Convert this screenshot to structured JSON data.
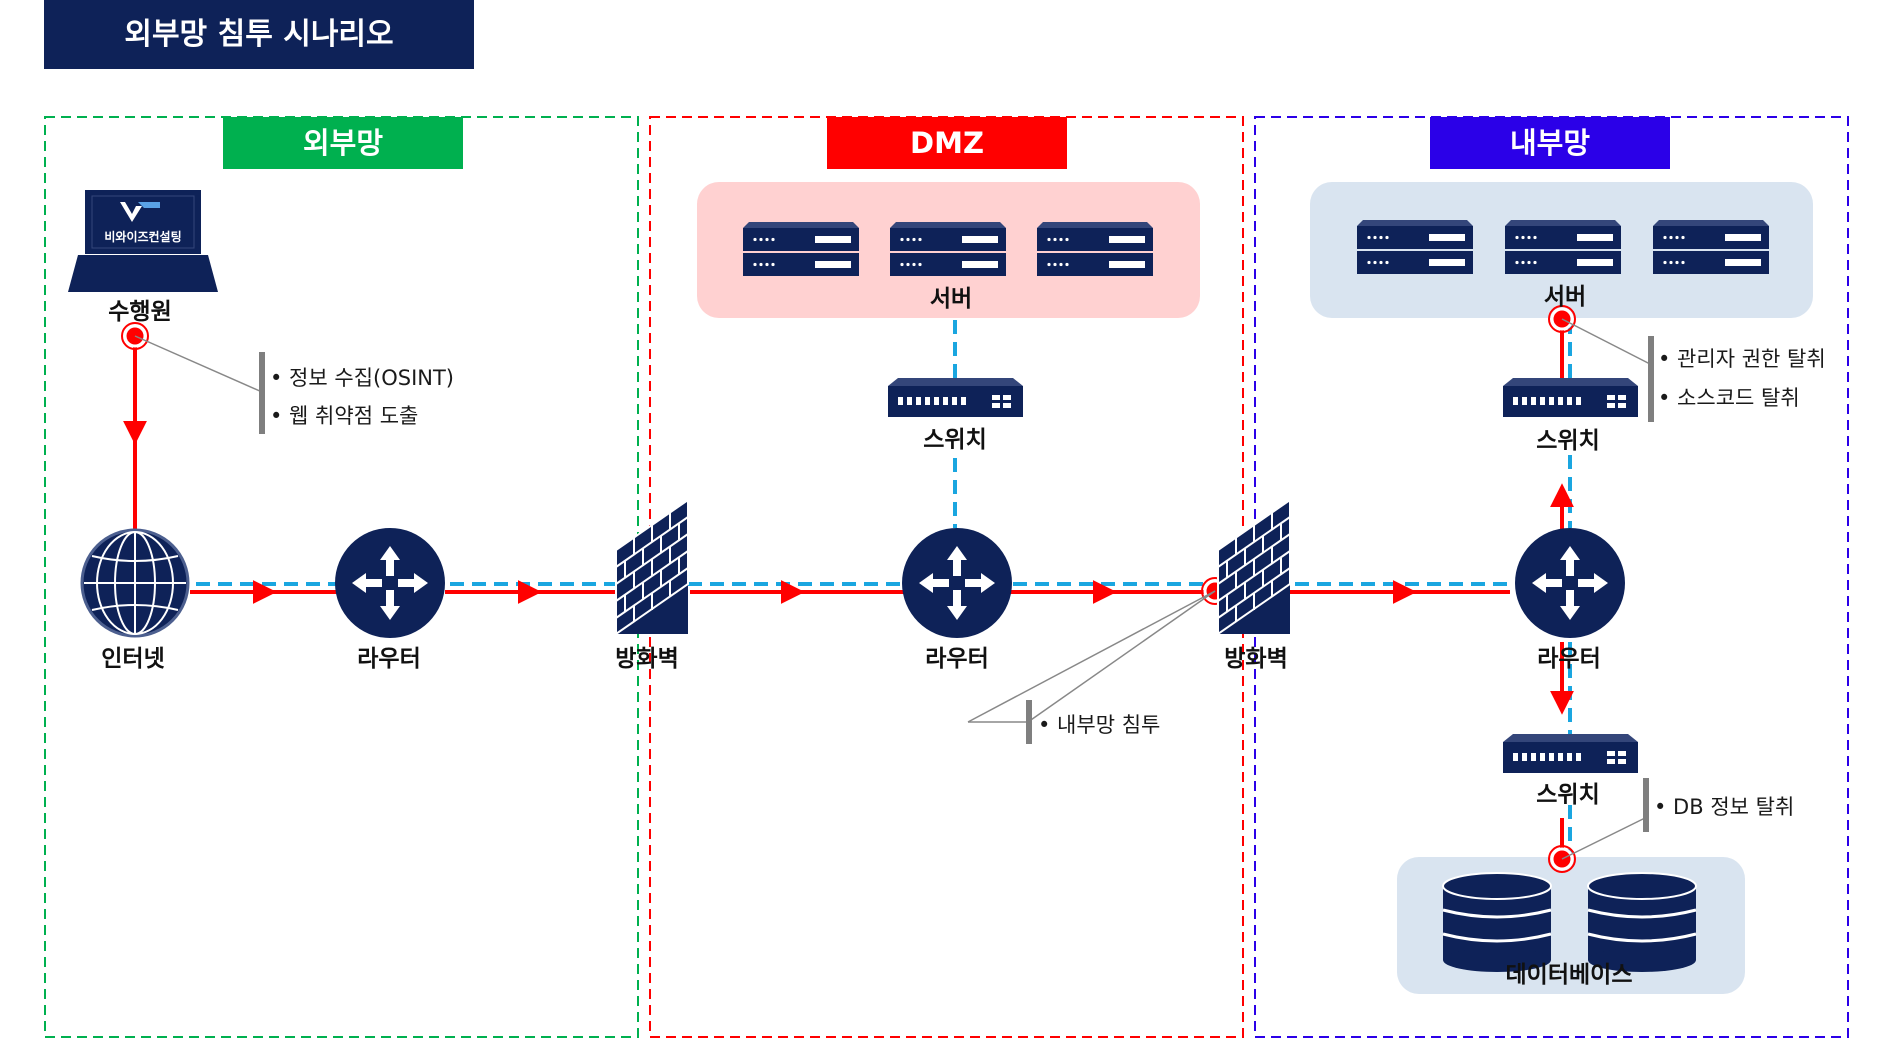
{
  "title": "외부망 침투 시나리오",
  "colors": {
    "navy": "#0e2258",
    "attack_path": "#ff0000",
    "network_link": "#1aa6e0",
    "external_zone": "#00b04f",
    "dmz_zone": "#ff0000",
    "internal_zone": "#2b00e8",
    "dmz_server_bg": "#ffd1d1",
    "internal_server_bg": "#d9e4f0"
  },
  "zones": {
    "external": {
      "label": "외부망"
    },
    "dmz": {
      "label": "DMZ"
    },
    "internal": {
      "label": "내부망"
    }
  },
  "nodes": {
    "performer": {
      "label": "수행원",
      "logo_text": "비와이즈컨설팅",
      "icon": "laptop-icon"
    },
    "internet": {
      "label": "인터넷",
      "icon": "globe-icon"
    },
    "router_external": {
      "label": "라우터",
      "icon": "router-icon"
    },
    "firewall_1": {
      "label": "방화벽",
      "icon": "firewall-icon"
    },
    "dmz_servers": {
      "label": "서버",
      "icon": "server-icon"
    },
    "dmz_switch": {
      "label": "스위치",
      "icon": "switch-icon"
    },
    "router_dmz": {
      "label": "라우터",
      "icon": "router-icon"
    },
    "firewall_2": {
      "label": "방화벽",
      "icon": "firewall-icon"
    },
    "internal_servers": {
      "label": "서버",
      "icon": "server-icon"
    },
    "internal_switch_top": {
      "label": "스위치",
      "icon": "switch-icon"
    },
    "router_internal": {
      "label": "라우터",
      "icon": "router-icon"
    },
    "internal_switch_bottom": {
      "label": "스위치",
      "icon": "switch-icon"
    },
    "database": {
      "label": "데이터베이스",
      "icon": "database-icon"
    }
  },
  "notes": {
    "recon": [
      "• 정보 수집(OSINT)",
      "• 웹 취약점 도출"
    ],
    "intrusion": [
      "• 내부망 침투"
    ],
    "privilege": [
      "• 관리자 권한 탈취",
      "• 소스코드 탈취"
    ],
    "db": [
      "• DB 정보 탈취"
    ]
  }
}
